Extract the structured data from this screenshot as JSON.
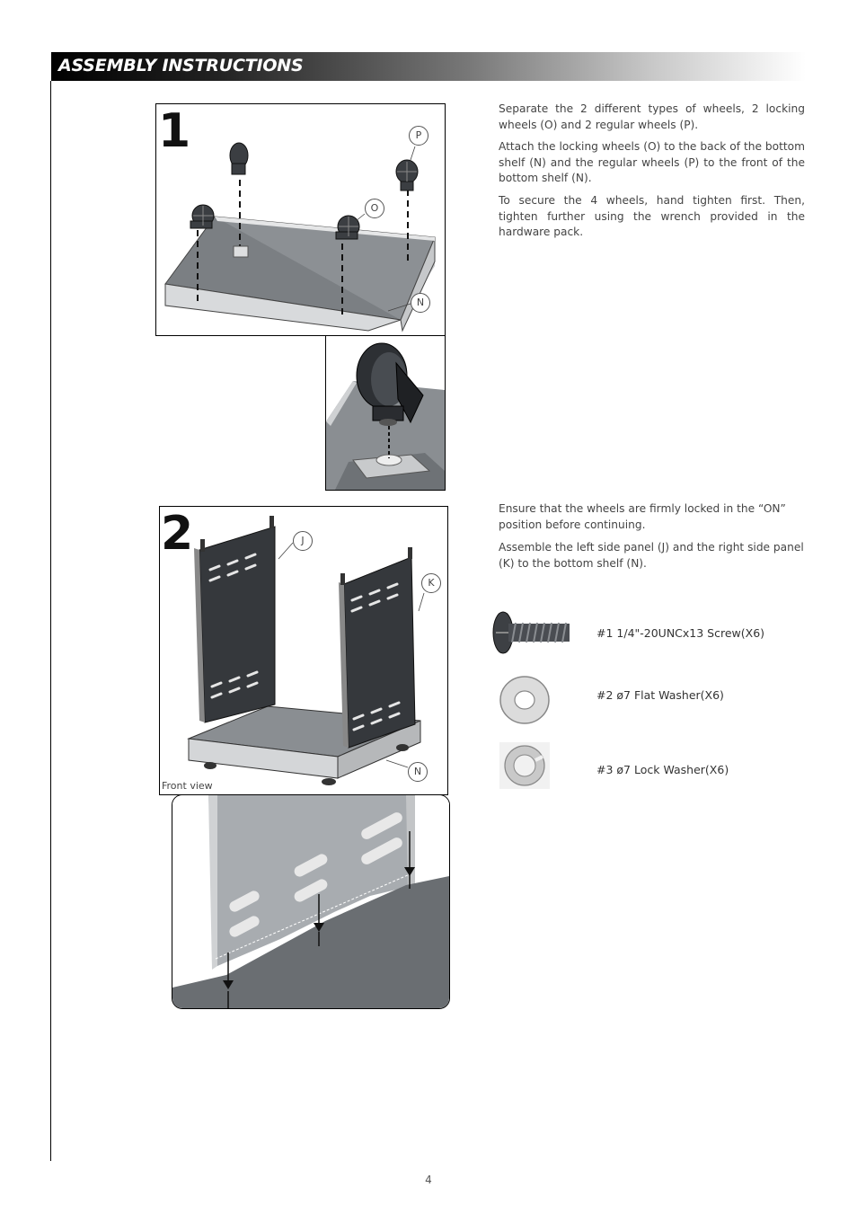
{
  "header": {
    "title": "ASSEMBLY INSTRUCTIONS"
  },
  "step1": {
    "number": "1",
    "callouts": {
      "p": "P",
      "o": "O",
      "n": "N"
    },
    "paragraphs": [
      "Separate the 2 different types of wheels, 2 locking wheels (O) and 2 regular wheels (P).",
      "Attach the locking wheels (O) to the back of the bottom shelf (N) and the regular wheels (P) to the front of the bottom shelf (N).",
      "To secure the 4 wheels, hand tighten first. Then, tighten further using the wrench provided in the hardware pack."
    ]
  },
  "step2": {
    "number": "2",
    "callouts": {
      "j": "J",
      "k": "K",
      "n": "N"
    },
    "caption": "Front view",
    "paragraphs": [
      "Ensure that the wheels are firmly locked in the “ON” position before continuing.",
      "Assemble the left side panel (J) and the right side panel (K) to the bottom shelf (N)."
    ]
  },
  "hardware": [
    {
      "icon": "screw-icon",
      "label": "#1 1/4\"-20UNCx13 Screw(X6)"
    },
    {
      "icon": "flat-washer-icon",
      "label": "#2 ø7 Flat Washer(X6)"
    },
    {
      "icon": "lock-washer-icon",
      "label": "#3 ø7 Lock Washer(X6)"
    }
  ],
  "page_number": "4"
}
